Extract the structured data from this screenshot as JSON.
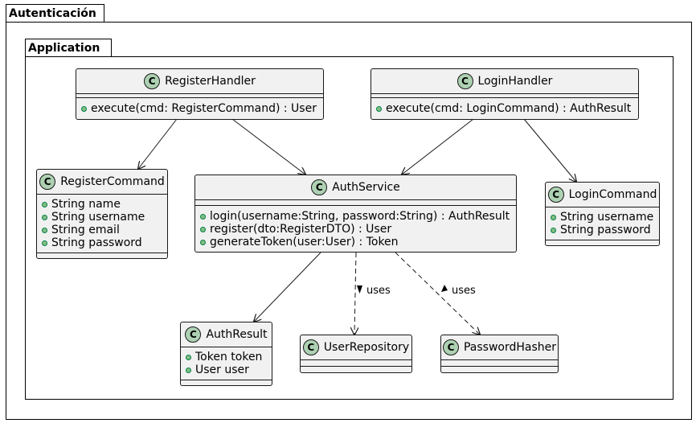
{
  "packages": {
    "outer": "Autenticación",
    "inner": "Application"
  },
  "classes": {
    "register_handler": {
      "name": "RegisterHandler",
      "members": [
        "execute(cmd: RegisterCommand) : User"
      ]
    },
    "login_handler": {
      "name": "LoginHandler",
      "members": [
        "execute(cmd: LoginCommand) : AuthResult"
      ]
    },
    "register_command": {
      "name": "RegisterCommand",
      "members": [
        "String name",
        "String username",
        "String email",
        "String password"
      ]
    },
    "auth_service": {
      "name": "AuthService",
      "members": [
        "login(username:String, password:String) : AuthResult",
        "register(dto:RegisterDTO) : User",
        "generateToken(user:User) : Token"
      ]
    },
    "login_command": {
      "name": "LoginCommand",
      "members": [
        "String username",
        "String password"
      ]
    },
    "auth_result": {
      "name": "AuthResult",
      "members": [
        "Token token",
        "User user"
      ]
    },
    "user_repository": {
      "name": "UserRepository",
      "members": []
    },
    "password_hasher": {
      "name": "PasswordHasher",
      "members": []
    }
  },
  "edges": [
    {
      "from": "RegisterHandler",
      "to": "RegisterCommand",
      "style": "solid",
      "label": ""
    },
    {
      "from": "RegisterHandler",
      "to": "AuthService",
      "style": "solid",
      "label": ""
    },
    {
      "from": "LoginHandler",
      "to": "AuthService",
      "style": "solid",
      "label": ""
    },
    {
      "from": "LoginHandler",
      "to": "LoginCommand",
      "style": "solid",
      "label": ""
    },
    {
      "from": "AuthService",
      "to": "AuthResult",
      "style": "solid",
      "label": ""
    },
    {
      "from": "AuthService",
      "to": "UserRepository",
      "style": "dashed",
      "label": "uses"
    },
    {
      "from": "AuthService",
      "to": "PasswordHasher",
      "style": "dashed",
      "label": "uses"
    }
  ],
  "colors": {
    "class_fill": "#f1f1f1",
    "class_badge": "#add1b2",
    "public_dot": "#84be84",
    "line": "#181818"
  }
}
